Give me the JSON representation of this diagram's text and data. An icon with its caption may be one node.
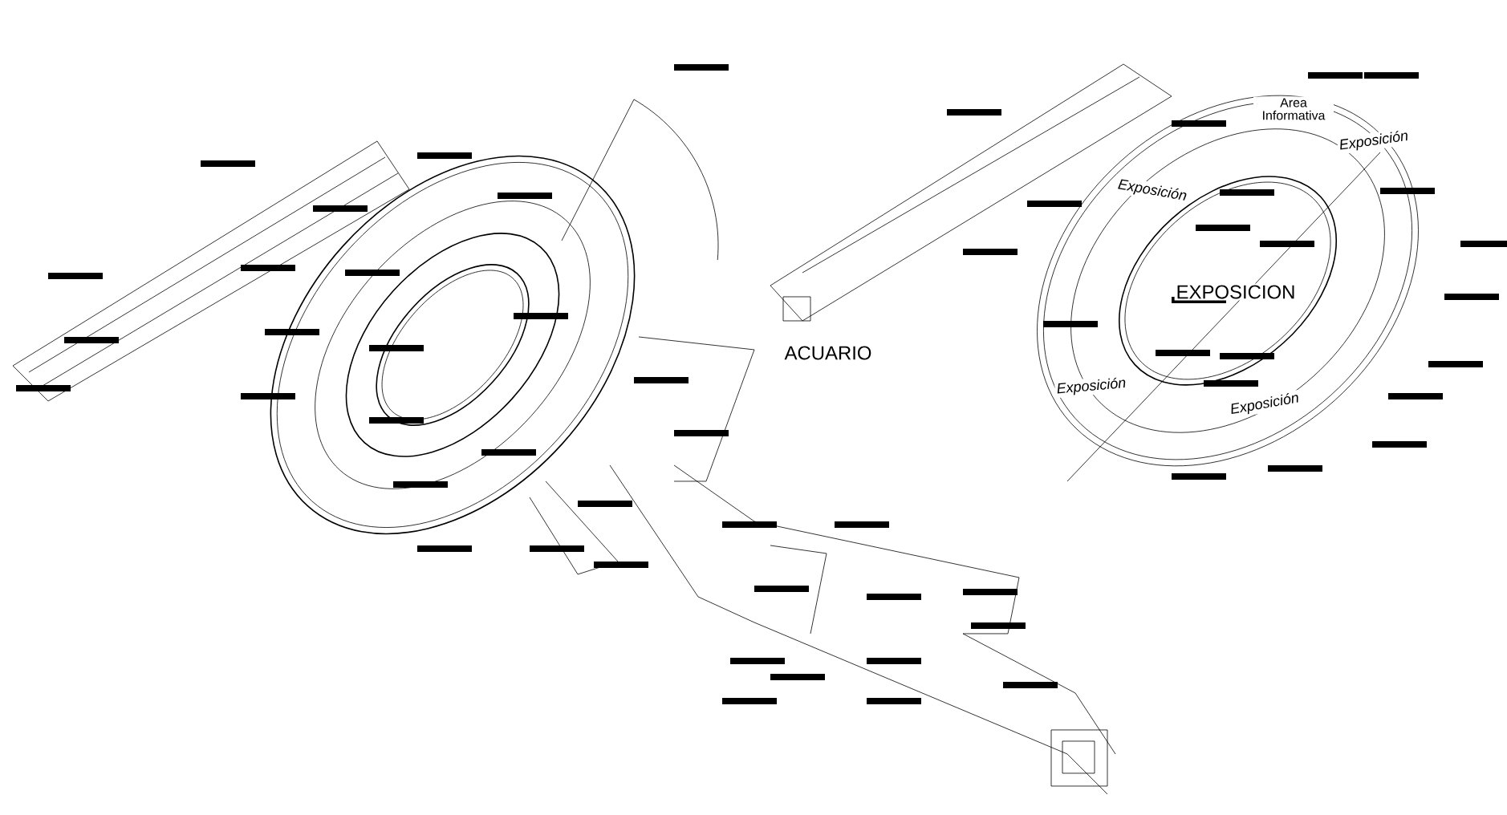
{
  "diagram": {
    "labels": [
      "Area Informativa",
      "Exposición",
      "Exposición",
      "EXPOSICION",
      "ACUARIO",
      "Exposición",
      "Exposición"
    ]
  }
}
